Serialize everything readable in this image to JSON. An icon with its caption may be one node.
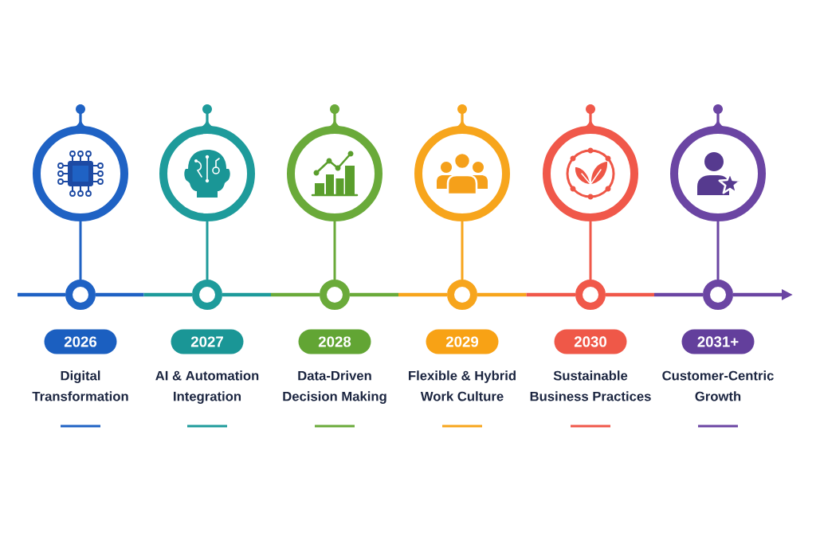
{
  "diagram": {
    "nodes": [
      {
        "text": [],
        "shape": "circle"
      },
      {
        "text": [],
        "shape": "circle"
      },
      {
        "text": [
          "2026"
        ],
        "beside": [
          "Digital Transformation"
        ]
      },
      {
        "text": [],
        "shape": "circle"
      },
      {
        "text": [],
        "shape": "circle"
      },
      {
        "text": [
          "2027"
        ],
        "beside": [
          "AI & Automation Integration"
        ]
      },
      {
        "text": [],
        "shape": "circle"
      },
      {
        "text": [],
        "shape": "circle"
      },
      {
        "text": [
          "2028"
        ],
        "beside": [
          "Data-Driven Decision Making"
        ]
      },
      {
        "text": [],
        "shape": "circle"
      },
      {
        "text": [],
        "shape": "circle"
      },
      {
        "text": [
          "2029"
        ],
        "beside": [
          "Flexible & Hybrid Work Culture"
        ]
      },
      {
        "text": [],
        "shape": "circle"
      },
      {
        "text": [],
        "shape": "circle"
      },
      {
        "text": [
          "2030"
        ],
        "beside": [
          "Sustainable Business Practices"
        ]
      },
      {
        "text": [],
        "shape": "circle"
      },
      {
        "text": [],
        "shape": "circle"
      },
      {
        "text": [
          "2031+"
        ],
        "beside": [
          "Customer-Centric Growth"
        ]
      }
    ],
    "edges": [
      {
        "from": 0,
        "to": 1,
        "arrow": "none",
        "color": "#1f62c4"
      },
      {
        "from": 3,
        "to": 4,
        "arrow": "none",
        "color": "#1e9b9b"
      },
      {
        "from": 6,
        "to": 7,
        "arrow": "none",
        "color": "#6aaa3a"
      },
      {
        "from": 9,
        "to": 10,
        "arrow": "none",
        "color": "#f7a51c"
      },
      {
        "from": 12,
        "to": 13,
        "arrow": "none",
        "color": "#f0584a"
      },
      {
        "from": 15,
        "to": 16,
        "arrow": "none",
        "color": "#6b45a3"
      },
      {
        "from": null,
        "to": 1,
        "arrow": "none",
        "color": "#1f62c4"
      },
      {
        "from": 1,
        "to": 4,
        "arrow": "none",
        "color": "#1f62c4"
      },
      {
        "from": 4,
        "to": 7,
        "arrow": "none",
        "color": "#1e9b9b"
      },
      {
        "from": 7,
        "to": 10,
        "arrow": "none",
        "color": "#6aaa3a"
      },
      {
        "from": 10,
        "to": 13,
        "arrow": "none",
        "color": "#f7a51c"
      },
      {
        "from": 13,
        "to": 16,
        "arrow": "none",
        "color": "#f0584a"
      },
      {
        "from": 16,
        "to": null,
        "arrow": "to",
        "color": "#6b45a3"
      }
    ]
  }
}
